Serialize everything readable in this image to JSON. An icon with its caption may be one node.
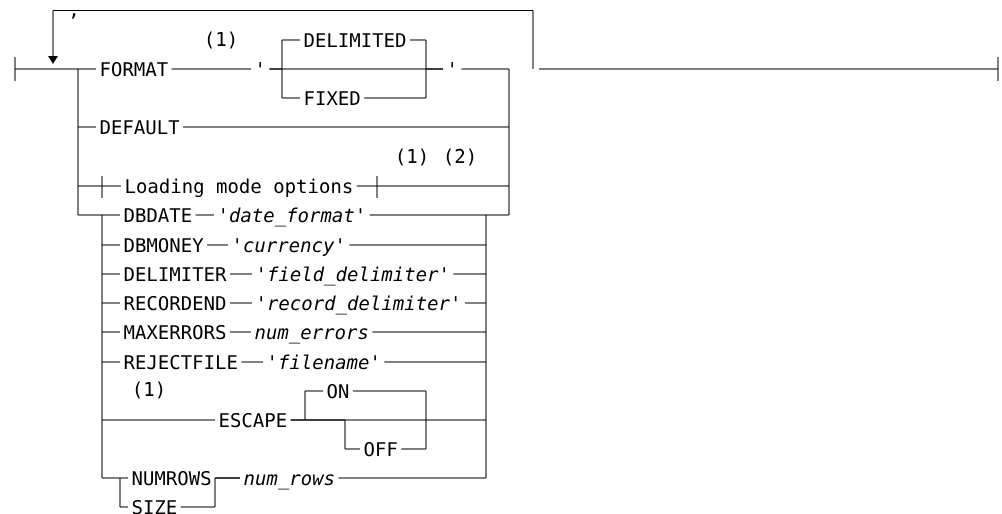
{
  "diagram": {
    "nodes": [
      {
        "text": [
          "FORMAT"
        ]
      },
      {
        "text": [
          "'"
        ]
      },
      {
        "text": [
          "DELIMITED"
        ]
      },
      {
        "text": [
          "FIXED"
        ]
      },
      {
        "text": [
          "'"
        ]
      },
      {
        "text": [
          "DEFAULT"
        ]
      },
      {
        "text": [
          "Loading mode options"
        ]
      },
      {
        "text": [
          "DBDATE"
        ]
      },
      {
        "text": [
          "'date_format'"
        ]
      },
      {
        "text": [
          "DBMONEY"
        ]
      },
      {
        "text": [
          "'currency'"
        ]
      },
      {
        "text": [
          "DELIMITER"
        ]
      },
      {
        "text": [
          "'field_delimiter'"
        ]
      },
      {
        "text": [
          "RECORDEND"
        ]
      },
      {
        "text": [
          "'record_delimiter'"
        ]
      },
      {
        "text": [
          "MAXERRORS"
        ]
      },
      {
        "text": [
          "num_errors"
        ]
      },
      {
        "text": [
          "REJECTFILE"
        ]
      },
      {
        "text": [
          "'filename'"
        ]
      },
      {
        "text": [
          "ON"
        ]
      },
      {
        "text": [
          "ESCAPE"
        ]
      },
      {
        "text": [
          "OFF"
        ]
      },
      {
        "text": [
          "NUMROWS"
        ]
      },
      {
        "text": [
          "SIZE"
        ]
      },
      {
        "text": [
          "num_rows"
        ]
      }
    ],
    "edges": [
      {
        "from": 0,
        "to": 1,
        "arrow": "none"
      },
      {
        "from": 1,
        "to": 2,
        "arrow": "none"
      },
      {
        "from": 1,
        "to": 3,
        "arrow": "none"
      },
      {
        "from": 2,
        "to": 4,
        "arrow": "none"
      },
      {
        "from": 3,
        "to": 4,
        "arrow": "none"
      },
      {
        "from": 7,
        "to": 8,
        "arrow": "none"
      },
      {
        "from": 9,
        "to": 10,
        "arrow": "none"
      },
      {
        "from": 11,
        "to": 12,
        "arrow": "none"
      },
      {
        "from": 13,
        "to": 14,
        "arrow": "none"
      },
      {
        "from": 15,
        "to": 16,
        "arrow": "none"
      },
      {
        "from": 17,
        "to": 18,
        "arrow": "none"
      },
      {
        "from": 20,
        "to": 19,
        "arrow": "none"
      },
      {
        "from": 20,
        "to": 21,
        "arrow": "none"
      },
      {
        "from": 22,
        "to": 24,
        "arrow": "none"
      },
      {
        "from": 23,
        "to": 24,
        "arrow": "none"
      }
    ],
    "labels": [
      ",",
      "(1)",
      "(1)",
      "(2)",
      "(1)"
    ]
  }
}
